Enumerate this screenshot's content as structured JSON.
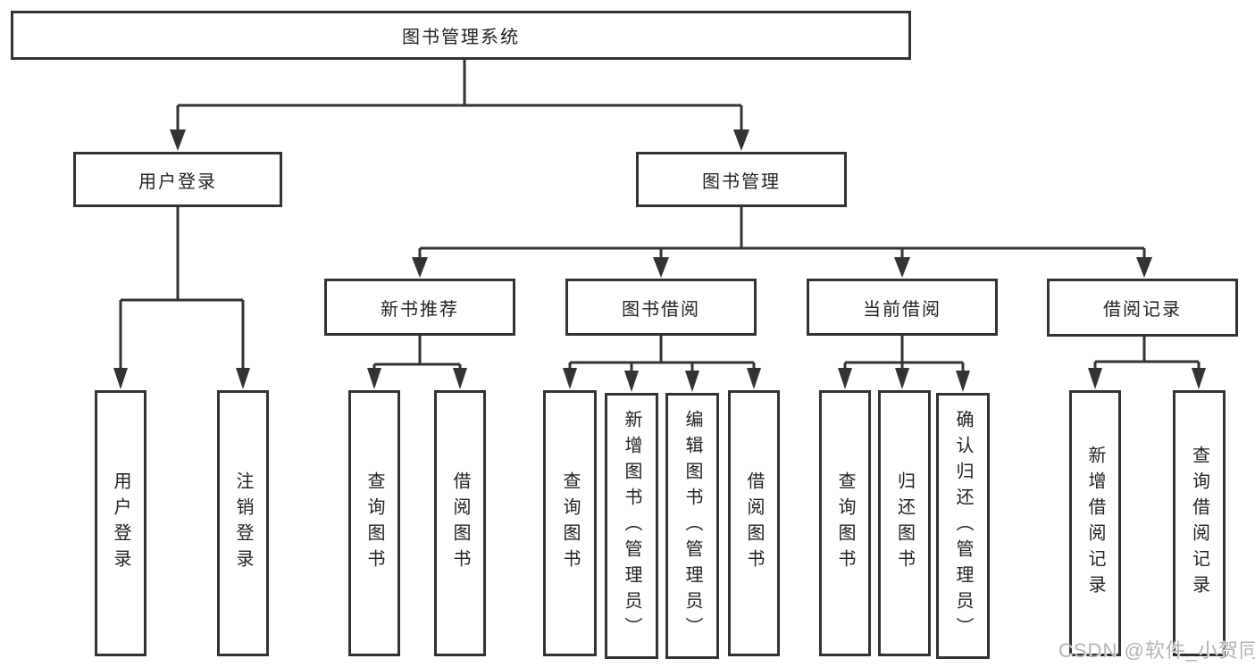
{
  "title": "图书管理系统",
  "l1": [
    "用户登录",
    "图书管理"
  ],
  "l2": [
    "新书推荐",
    "图书借阅",
    "当前借阅",
    "借阅记录"
  ],
  "leaves": {
    "login": [
      "用户登录",
      "注销登录"
    ],
    "newbook": [
      "查询图书",
      "借阅图书"
    ],
    "borrow": [
      "查询图书",
      "新增图书（管理员）",
      "编辑图书（管理员）",
      "借阅图书"
    ],
    "current": [
      "查询图书",
      "归还图书",
      "确认归还（管理员）"
    ],
    "record": [
      "新增借阅记录",
      "查询借阅记录"
    ]
  },
  "watermark": "CSDN @软件_小贺同学",
  "colors": {
    "line": "#333333",
    "text": "#222222",
    "watermark": "#b3b3b3",
    "background": "#ffffff"
  }
}
